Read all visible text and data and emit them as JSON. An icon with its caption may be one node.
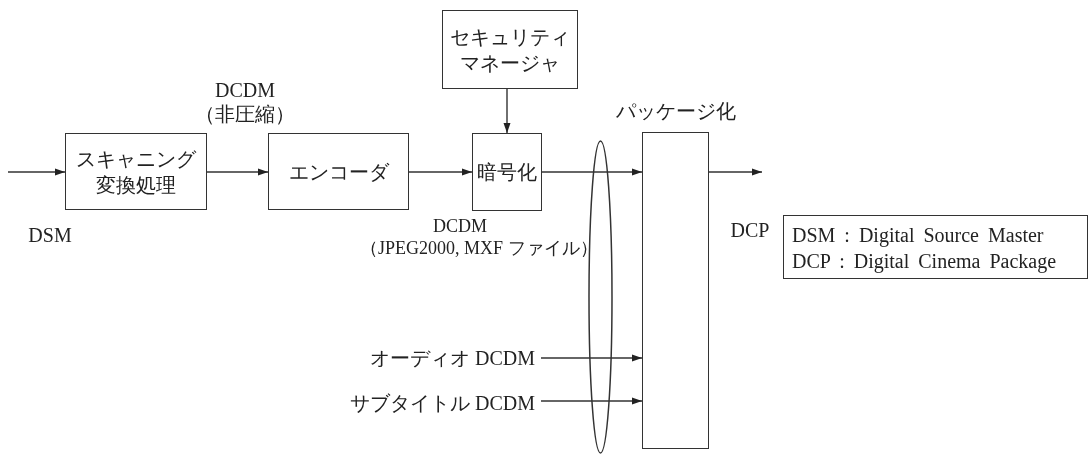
{
  "diagram": {
    "nodes": [
      {
        "text": [
          "スキャニング変換処理"
        ]
      },
      {
        "text": [
          "エンコーダ"
        ]
      },
      {
        "text": [
          "暗号化"
        ]
      },
      {
        "text": [
          "セキュリティマネージャ"
        ]
      },
      {
        "text": [
          "パッケージ化"
        ]
      },
      {
        "text": [
          "DSM : Digital Source Master",
          "DCP : Digital Cinema Package"
        ]
      },
      {
        "text": [
          "オーディオ DCDM"
        ]
      },
      {
        "text": [
          "サブタイトル DCDM"
        ]
      }
    ],
    "edges": [
      {
        "from": null,
        "to": 0,
        "arrow": "to",
        "label": "DSM"
      },
      {
        "from": 0,
        "to": 1,
        "arrow": "to",
        "label": "DCDM （非圧縮）"
      },
      {
        "from": 1,
        "to": 2,
        "arrow": "to"
      },
      {
        "from": 3,
        "to": 2,
        "arrow": "to"
      },
      {
        "from": 2,
        "to": 4,
        "arrow": "to"
      },
      {
        "from": 6,
        "to": 4,
        "arrow": "to"
      },
      {
        "from": 7,
        "to": 4,
        "arrow": "to"
      },
      {
        "from": 4,
        "to": null,
        "arrow": "to",
        "label": "DCP"
      }
    ],
    "labels": [
      "DCDM （JPEG2000, MXF ファイル）"
    ]
  }
}
